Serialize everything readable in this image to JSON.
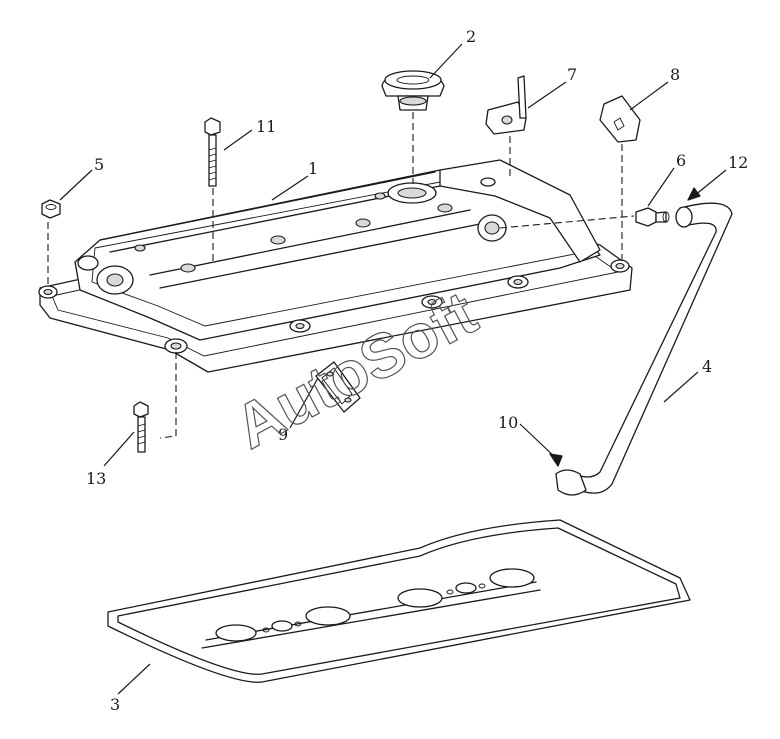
{
  "callouts": [
    {
      "id": "1",
      "text": "1"
    },
    {
      "id": "2",
      "text": "2"
    },
    {
      "id": "3",
      "text": "3"
    },
    {
      "id": "4",
      "text": "4"
    },
    {
      "id": "5",
      "text": "5"
    },
    {
      "id": "6",
      "text": "6"
    },
    {
      "id": "7",
      "text": "7"
    },
    {
      "id": "8",
      "text": "8"
    },
    {
      "id": "9",
      "text": "9"
    },
    {
      "id": "10",
      "text": "10"
    },
    {
      "id": "11",
      "text": "11"
    },
    {
      "id": "12",
      "text": "12"
    },
    {
      "id": "13",
      "text": "13"
    }
  ],
  "watermark": "AutoSoft"
}
